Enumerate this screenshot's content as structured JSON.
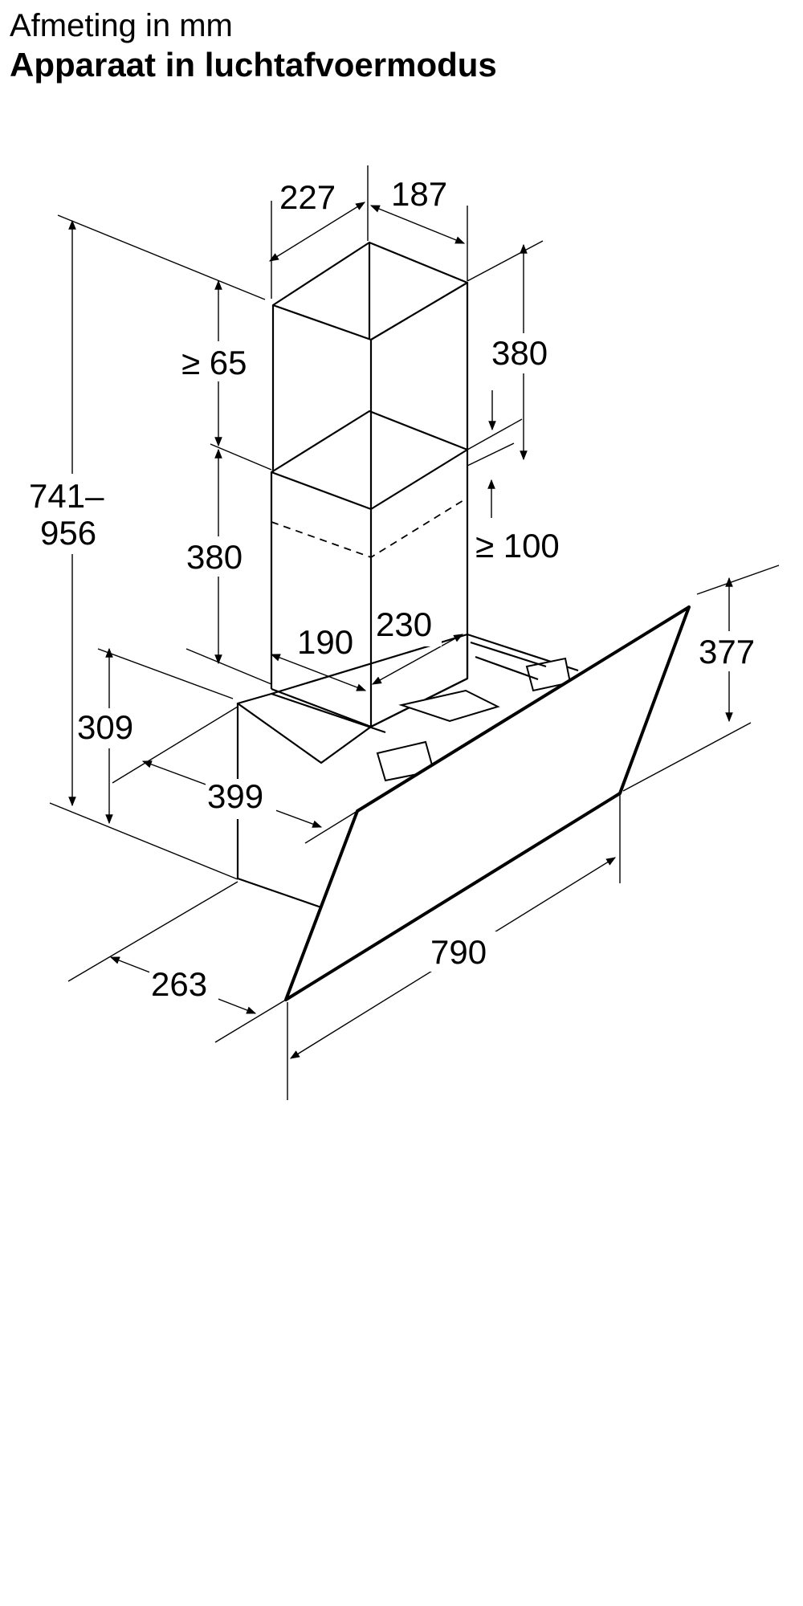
{
  "header": {
    "subtitle": "Afmeting in mm",
    "title": "Apparaat in luchtafvoermodus"
  },
  "dimensions": {
    "chimney_depth_top": "227",
    "chimney_width_top": "187",
    "upper_gap": "≥ 65",
    "upper_height": "380",
    "upper_height_right": "380",
    "total_height_line1": "741–",
    "total_height_line2": "956",
    "lower_height": "380",
    "bottom_gap": "≥ 100",
    "chimney_depth_bottom": "190",
    "chimney_width_bottom": "230",
    "body_height": "309",
    "glass_height": "377",
    "body_depth": "399",
    "total_width": "790",
    "bottom_depth": "263"
  }
}
